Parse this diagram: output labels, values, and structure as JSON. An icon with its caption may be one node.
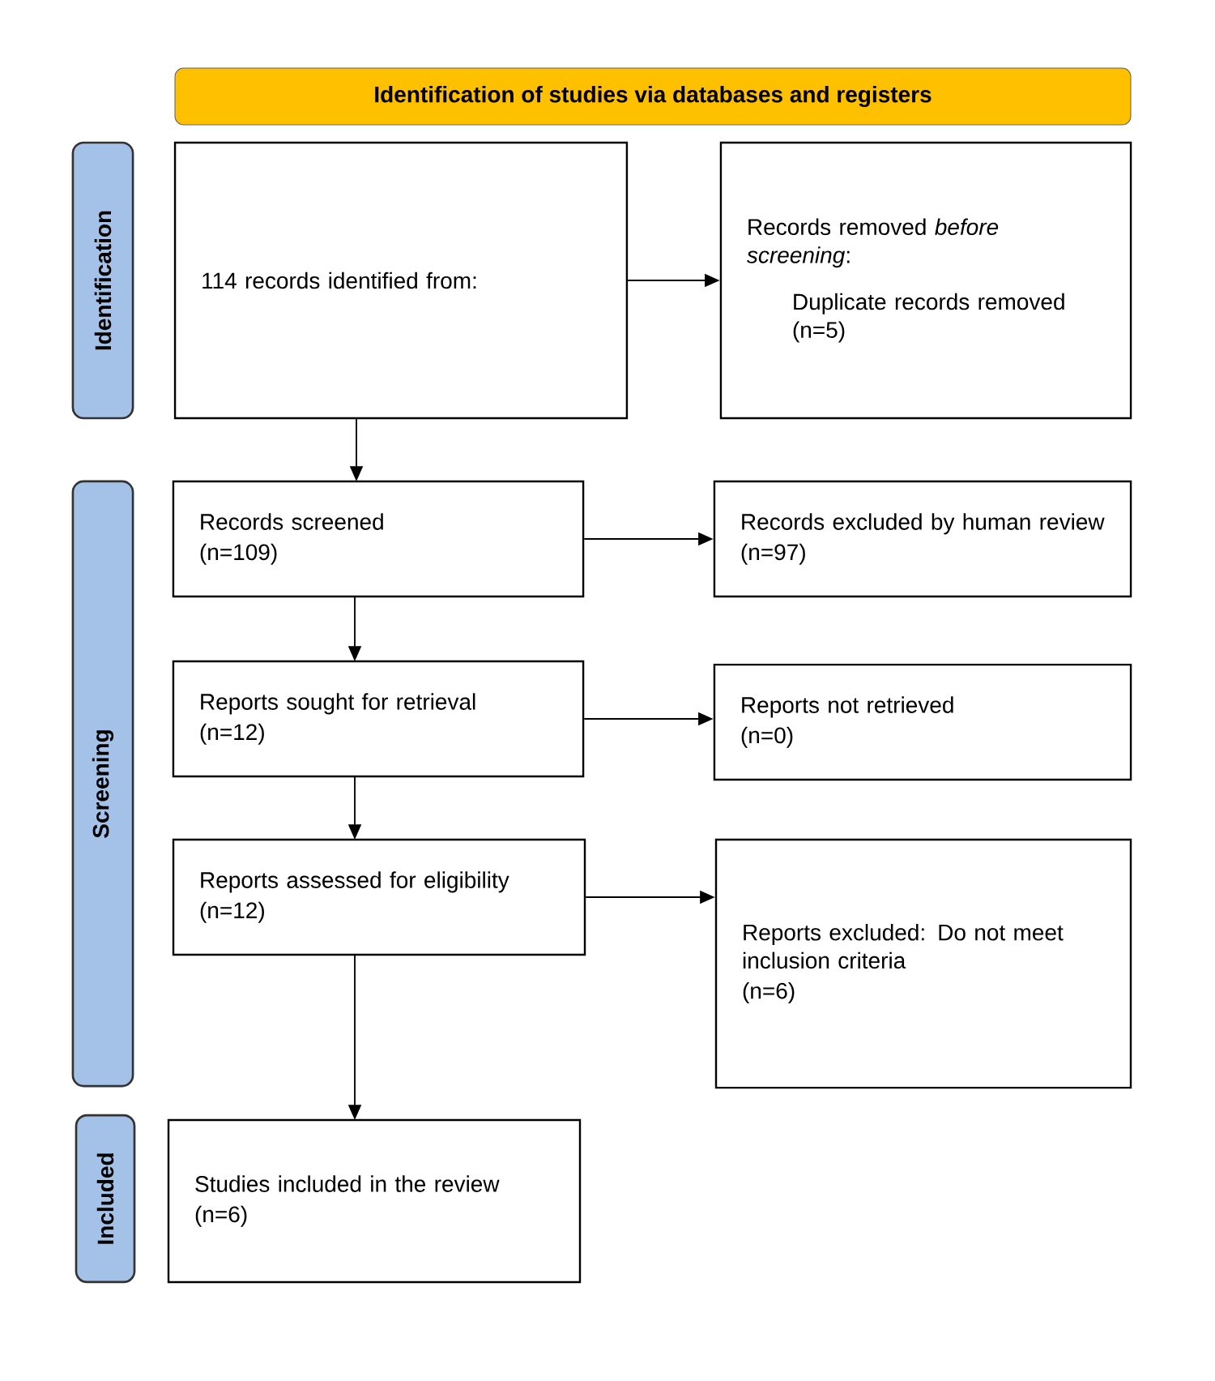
{
  "diagram": {
    "nodes": [
      {
        "text": [
          "Identification of studies via databases and registers"
        ]
      },
      {
        "text": [
          "Identification"
        ]
      },
      {
        "text": [
          "Screening"
        ]
      },
      {
        "text": [
          "Included"
        ]
      },
      {
        "text": [
          "114 records identified from:"
        ]
      },
      {
        "text": [
          "Records removed *before screening*:",
          "Duplicate records removed (n=5)"
        ]
      },
      {
        "text": [
          "Records screened",
          "(n=109)"
        ]
      },
      {
        "text": [
          "Records excluded by human review",
          "(n=97)"
        ]
      },
      {
        "text": [
          "Reports sought for retrieval",
          "(n=12)"
        ]
      },
      {
        "text": [
          "Reports not retrieved",
          "(n=0)"
        ]
      },
      {
        "text": [
          "Reports assessed for eligibility",
          "(n=12)"
        ]
      },
      {
        "text": [
          "Reports excluded: Do not meet inclusion criteria",
          "(n=6)"
        ]
      },
      {
        "text": [
          "Studies included in the review",
          "(n=6)"
        ]
      }
    ],
    "edges": [
      {
        "from": 4,
        "to": 5,
        "arrow": "to"
      },
      {
        "from": 4,
        "to": 6,
        "arrow": "to"
      },
      {
        "from": 6,
        "to": 7,
        "arrow": "to"
      },
      {
        "from": 6,
        "to": 8,
        "arrow": "to"
      },
      {
        "from": 8,
        "to": 9,
        "arrow": "to"
      },
      {
        "from": 8,
        "to": 10,
        "arrow": "to"
      },
      {
        "from": 10,
        "to": 11,
        "arrow": "to"
      },
      {
        "from": 10,
        "to": 12,
        "arrow": "to"
      }
    ]
  }
}
